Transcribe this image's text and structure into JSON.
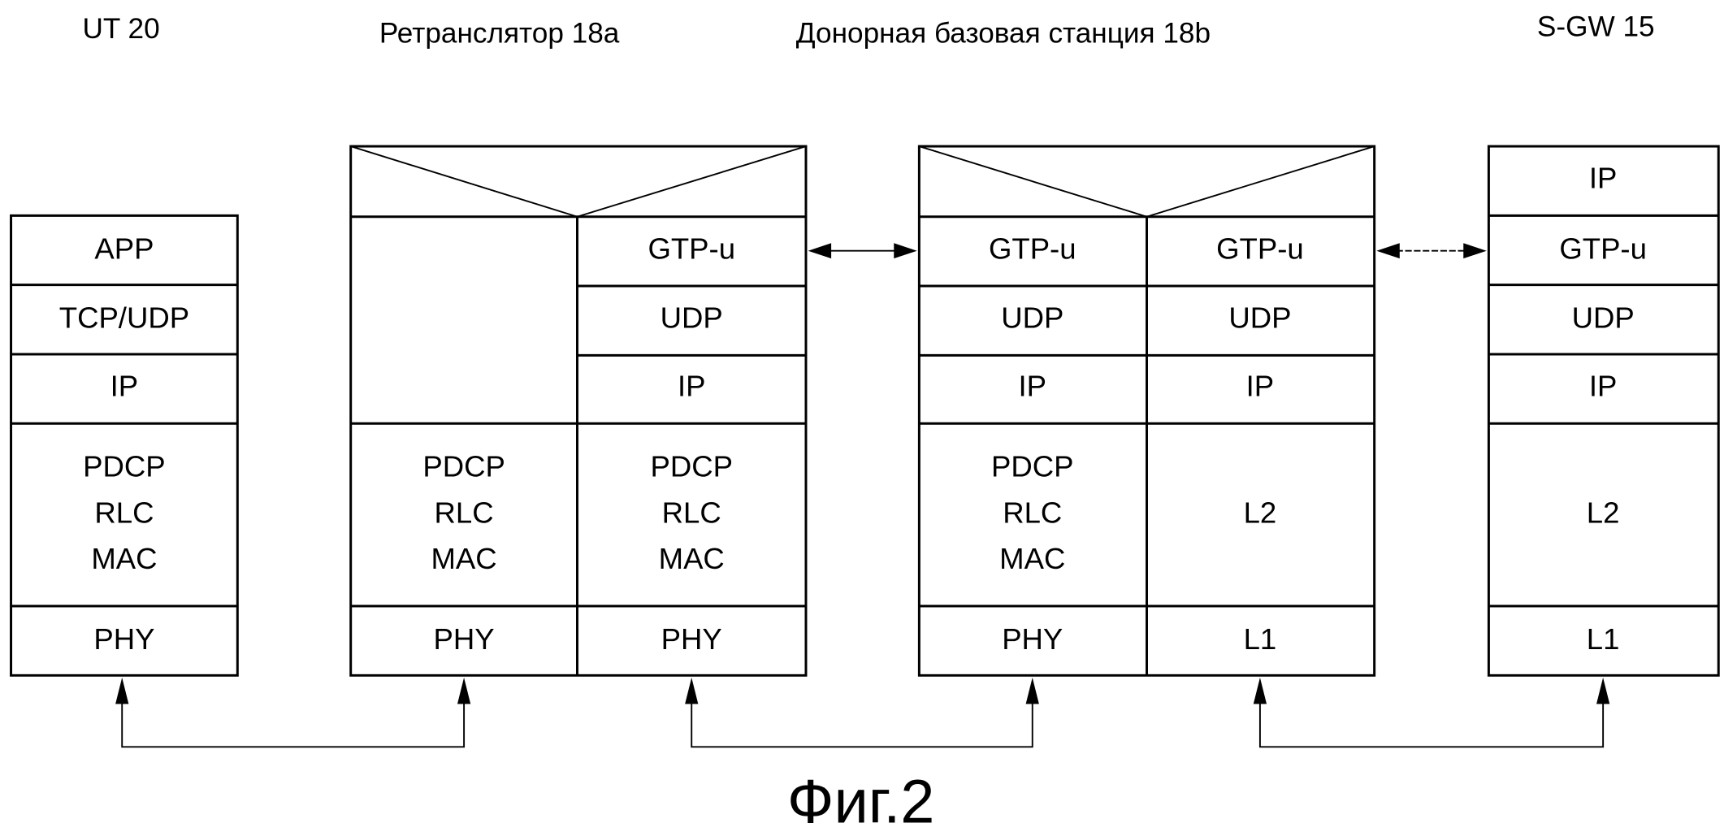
{
  "titles": {
    "ut": "UT 20",
    "relay": "Ретранслятор  18a",
    "donor": "Донорная базовая станция 18b",
    "sgw": "S-GW 15"
  },
  "ut": {
    "layers": [
      "APP",
      "TCP/UDP",
      "IP",
      "PDCP",
      "RLC",
      "MAC",
      "PHY"
    ]
  },
  "relay": {
    "left": {
      "l2": [
        "PDCP",
        "RLC",
        "MAC"
      ],
      "phy": "PHY"
    },
    "right": {
      "gtp": "GTP-u",
      "udp": "UDP",
      "ip": "IP",
      "l2": [
        "PDCP",
        "RLC",
        "MAC"
      ],
      "phy": "PHY"
    }
  },
  "donor": {
    "left": {
      "gtp": "GTP-u",
      "udp": "UDP",
      "ip": "IP",
      "l2": [
        "PDCP",
        "RLC",
        "MAC"
      ],
      "phy": "PHY"
    },
    "right": {
      "gtp": "GTP-u",
      "udp": "UDP",
      "ip": "IP",
      "l2": "L2",
      "l1": "L1"
    }
  },
  "sgw": {
    "layers": {
      "ip_top": "IP",
      "gtp": "GTP-u",
      "udp": "UDP",
      "ip": "IP",
      "l2": "L2",
      "l1": "L1"
    }
  },
  "caption": "Фиг.2"
}
